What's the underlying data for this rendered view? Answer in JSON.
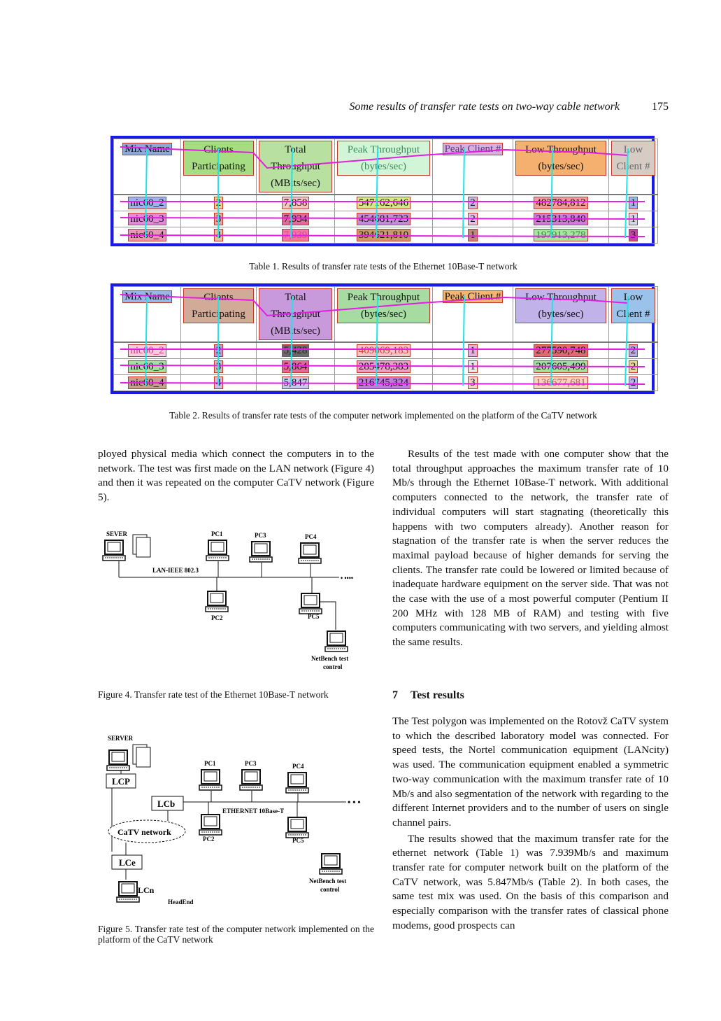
{
  "header": {
    "running_title": "Some results of transfer rate tests on two-way cable network",
    "page_number": "175"
  },
  "table1": {
    "headers": [
      "Mix Name",
      "Clients Participating",
      "Total Throughput (MBits/sec)",
      "Peak Throughput (bytes/sec)",
      "Peak Client #",
      "Low Throughput (bytes/sec)",
      "Low Client #"
    ],
    "rows": [
      [
        "nic60_2",
        "2",
        "7,858",
        "547162,646",
        "2",
        "482784,812",
        "1"
      ],
      [
        "nic60_3",
        "3",
        "7,934",
        "454681,723",
        "2",
        "215313,840",
        "1"
      ],
      [
        "nic60_4",
        "4",
        "7,939",
        "394621,810",
        "1",
        "197913,278",
        "3"
      ]
    ],
    "caption": "Table 1. Results of transfer rate tests of the Ethernet 10Base-T network"
  },
  "table2": {
    "headers": [
      "Mix Name",
      "Clients Participating",
      "Total Throughput (MBits/sec)",
      "Peak Throughput (bytes/sec)",
      "Peak Client #",
      "Low Throughput (bytes/sec)",
      "Low Client #"
    ],
    "rows": [
      [
        "nic60_2",
        "2",
        "5,428",
        "409069,183",
        "1",
        "277590,748",
        "2"
      ],
      [
        "nic60_3",
        "3",
        "5,864",
        "285478,383",
        "1",
        "207605,499",
        "2"
      ],
      [
        "nic60_4",
        "4",
        "5,847",
        "216745,324",
        "3",
        "136677,681",
        "2"
      ]
    ],
    "caption": "Table 2. Results of transfer rate tests of the computer network implemented on the platform of the CaTV network"
  },
  "left_text": "ployed physical media which connect the computers in to the network. The test was first made on the LAN network (Figure 4) and then it was repeated on the computer CaTV network (Figure 5).",
  "figure4": {
    "labels": {
      "server": "SEVER",
      "pc1": "PC1",
      "pc3": "PC3",
      "pc4": "PC4",
      "lan": "LAN-IEEE 802.3",
      "pc2": "PC2",
      "pc5": "PC5",
      "netbench": "NetBench test",
      "control": "control",
      "dots": "• ••••"
    },
    "caption": "Figure 4. Transfer rate test of the Ethernet 10Base-T network"
  },
  "figure5": {
    "labels": {
      "server": "SERVER",
      "lcp": "LCP",
      "lcb": "LCb",
      "catv": "CaTV network",
      "lce": "LCe",
      "lcn": "LCn",
      "headend": "HeadEnd",
      "pc1": "PC1",
      "pc3": "PC3",
      "pc4": "PC4",
      "ethernet": "ETHERNET 10Base-T",
      "pc2": "PC2",
      "pc5": "PC5",
      "netbench": "NetBench test",
      "control": "control",
      "dots": "• • •"
    },
    "caption": "Figure 5. Transfer rate test of the computer network implemented on the platform of the CaTV network"
  },
  "right_para1": "Results of the test made with one computer show that the total throughput approaches the maximum transfer rate of 10 Mb/s through the Ethernet 10Base-T network. With additional computers connected to the network, the transfer rate of individual computers will start stagnating (theoretically this happens with two computers already). Another reason for stagnation of the transfer rate is when the server reduces the maximal payload because of higher demands for serving the clients. The transfer rate could be lowered or limited because of inadequate hardware equipment on the server side. That was not the case with the use of a most powerful computer (Pentium II 200 MHz with 128 MB of RAM) and testing with five computers communicating with two servers, and yielding almost the same results.",
  "section": {
    "number": "7",
    "title": "Test results"
  },
  "right_para2": "The Test polygon was implemented on the Rotovž CaTV system to which the described laboratory model was connected. For speed tests, the Nortel communication equipment (LANcity) was used. The communication equipment enabled a symmetric two-way communication with the maximum transfer rate of 10 Mb/s and also segmentation of the network with regarding to the different Internet providers and to the number of users on single channel pairs.",
  "right_para3": "The results showed that the maximum transfer rate for the ethernet network (Table 1) was 7.939Mb/s and maximum transfer rate for computer network built on the platform of the CaTV network, was 5.847Mb/s (Table 2). In both cases, the same test mix was used. On the basis of this comparison and especially comparison with the transfer rates of classical phone modems, good prospects can",
  "colors": {
    "table_border": "#1a1ae6",
    "overlay_magenta": "#e21ee2",
    "overlay_cyan": "#1ee6e6"
  }
}
